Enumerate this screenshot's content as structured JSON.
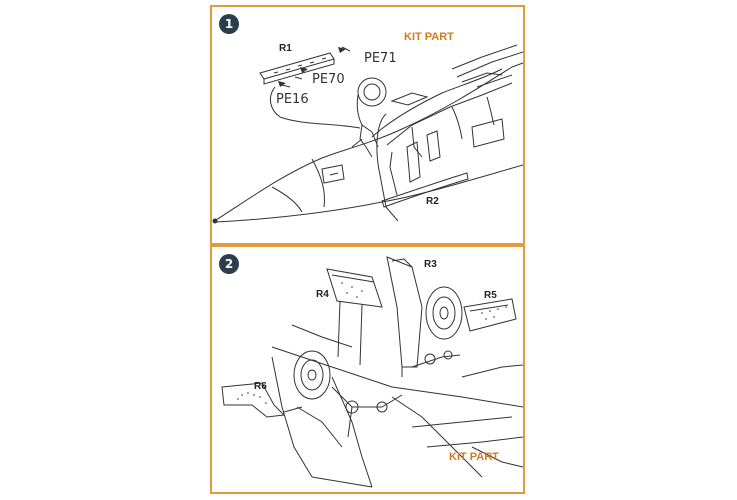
{
  "colors": {
    "frame": "#e39a3c",
    "badge": "#2b3e4c",
    "kit_part_text": "#d27b1a",
    "line_art": "#333333"
  },
  "steps": [
    {
      "number": "1",
      "kit_note": "KIT PART",
      "parts": {
        "r1": "R1",
        "r2": "R2",
        "pe71": "PE71",
        "pe70": "PE70",
        "pe16": "PE16"
      }
    },
    {
      "number": "2",
      "kit_note": "KIT PART",
      "parts": {
        "r3": "R3",
        "r4": "R4",
        "r5": "R5",
        "r6": "R6"
      }
    }
  ]
}
